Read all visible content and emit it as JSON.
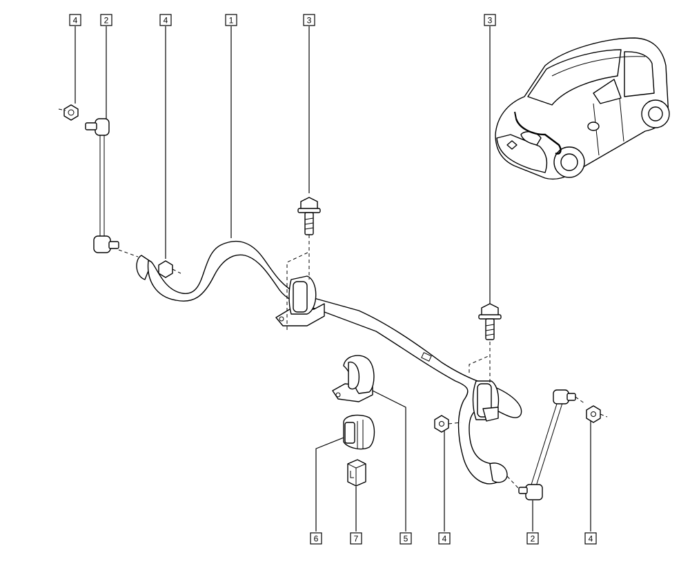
{
  "callouts": [
    {
      "id": "c-4-tl",
      "label": "4"
    },
    {
      "id": "c-2-tl",
      "label": "2"
    },
    {
      "id": "c-4-tm",
      "label": "4"
    },
    {
      "id": "c-1",
      "label": "1"
    },
    {
      "id": "c-3-l",
      "label": "3"
    },
    {
      "id": "c-3-r",
      "label": "3"
    },
    {
      "id": "c-6",
      "label": "6"
    },
    {
      "id": "c-7",
      "label": "7"
    },
    {
      "id": "c-5",
      "label": "5"
    },
    {
      "id": "c-4-bm",
      "label": "4"
    },
    {
      "id": "c-2-br",
      "label": "2"
    },
    {
      "id": "c-4-br",
      "label": "4"
    }
  ]
}
